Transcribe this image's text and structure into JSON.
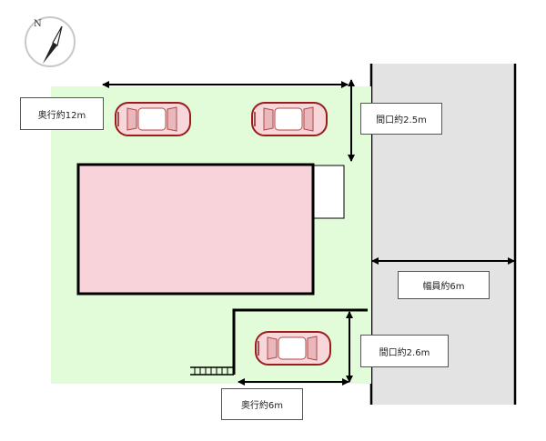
{
  "compass": {
    "letter": "N",
    "icon": "north-arrow-icon"
  },
  "labels": {
    "depth_top": "奥行約12m",
    "frontage_top": "間口約2.5m",
    "road_width": "幅員約6m",
    "frontage_bottom": "間口約2.6m",
    "depth_bottom": "奥行約6m"
  },
  "colors": {
    "lot": "#e2fbd8",
    "building": "#f9d3da",
    "road": "#e3e3e3",
    "car_body": "#f7d7d9",
    "car_outline": "#9b1c1c"
  }
}
